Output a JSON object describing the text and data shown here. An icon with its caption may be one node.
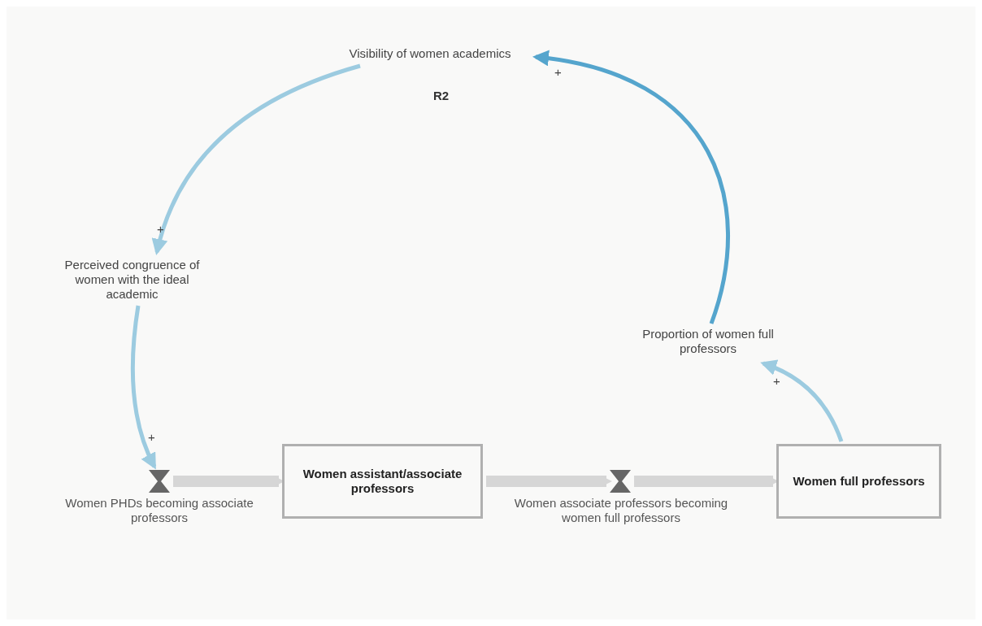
{
  "diagram": {
    "nodes": [
      {
        "text": [
          "Visibility of women academics"
        ]
      },
      {
        "text": [
          "Perceived congruence of women with the ideal academic"
        ]
      },
      {
        "text": [],
        "shape": "hourglass",
        "beside": [
          "Women PHDs becoming associate professors"
        ]
      },
      {
        "text": [
          "Women assistant/associate professors"
        ]
      },
      {
        "text": [],
        "shape": "hourglass",
        "beside": [
          "Women associate professors becoming women full professors"
        ]
      },
      {
        "text": [
          "Women full professors"
        ]
      },
      {
        "text": [
          "Proportion of women full professors"
        ]
      }
    ],
    "edges": [
      {
        "from": 0,
        "to": 1,
        "arrow": "to",
        "label": "+"
      },
      {
        "from": 1,
        "to": 2,
        "arrow": "to",
        "label": "+"
      },
      {
        "from": 5,
        "to": 6,
        "arrow": "to",
        "label": "+"
      },
      {
        "from": 6,
        "to": 0,
        "arrow": "to",
        "label": "+",
        "color": "#55a5cd"
      },
      {
        "from": 2,
        "to": 3,
        "arrow": "to",
        "style": "thick",
        "color": "#d6d6d6"
      },
      {
        "from": 3,
        "to": 4,
        "arrow": "to",
        "style": "thick",
        "color": "#d6d6d6"
      },
      {
        "from": 4,
        "to": 5,
        "arrow": "to",
        "style": "thick",
        "color": "#d6d6d6"
      }
    ],
    "labels": [
      "R2"
    ]
  }
}
